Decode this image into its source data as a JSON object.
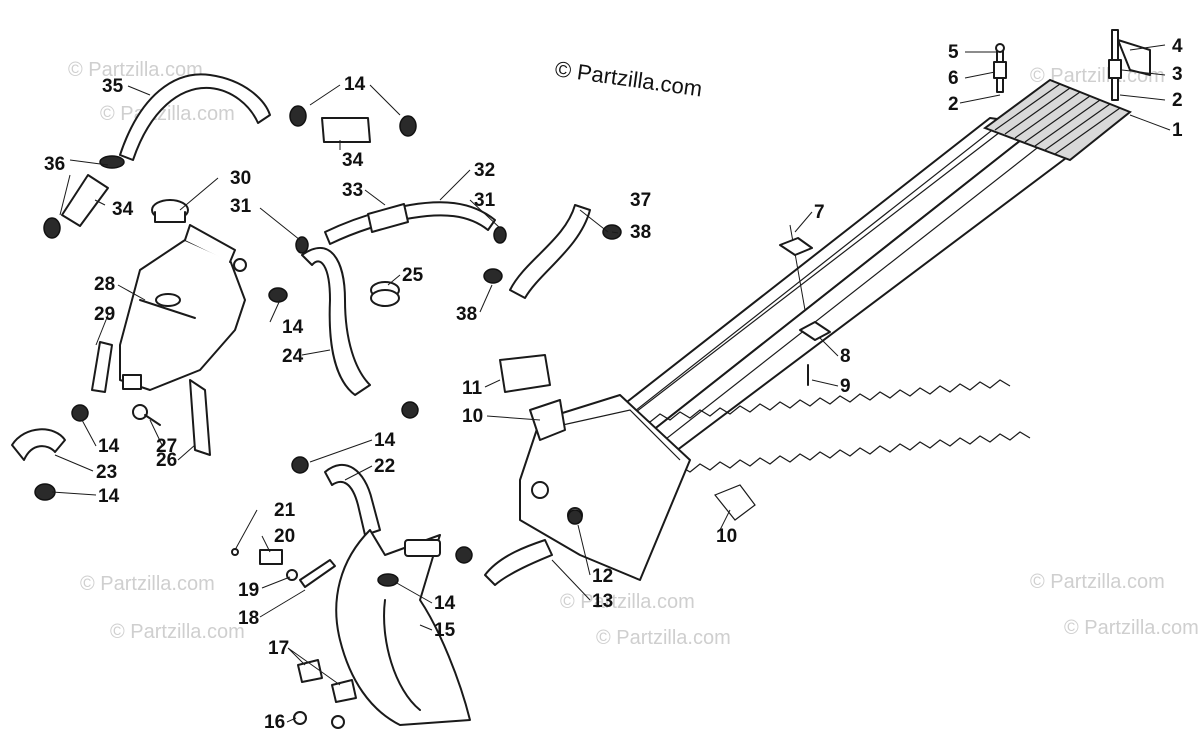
{
  "copyright": "© Partzilla.com",
  "watermark": "© Partzilla.com",
  "callouts": [
    "1",
    "2",
    "3",
    "4",
    "5",
    "6",
    "2",
    "7",
    "8",
    "9",
    "10",
    "11",
    "10",
    "12",
    "13",
    "14",
    "14",
    "14",
    "14",
    "14",
    "14",
    "14",
    "15",
    "16",
    "17",
    "18",
    "19",
    "20",
    "21",
    "22",
    "23",
    "24",
    "25",
    "26",
    "27",
    "28",
    "29",
    "30",
    "31",
    "31",
    "32",
    "33",
    "34",
    "34",
    "35",
    "36",
    "37",
    "38",
    "38"
  ]
}
